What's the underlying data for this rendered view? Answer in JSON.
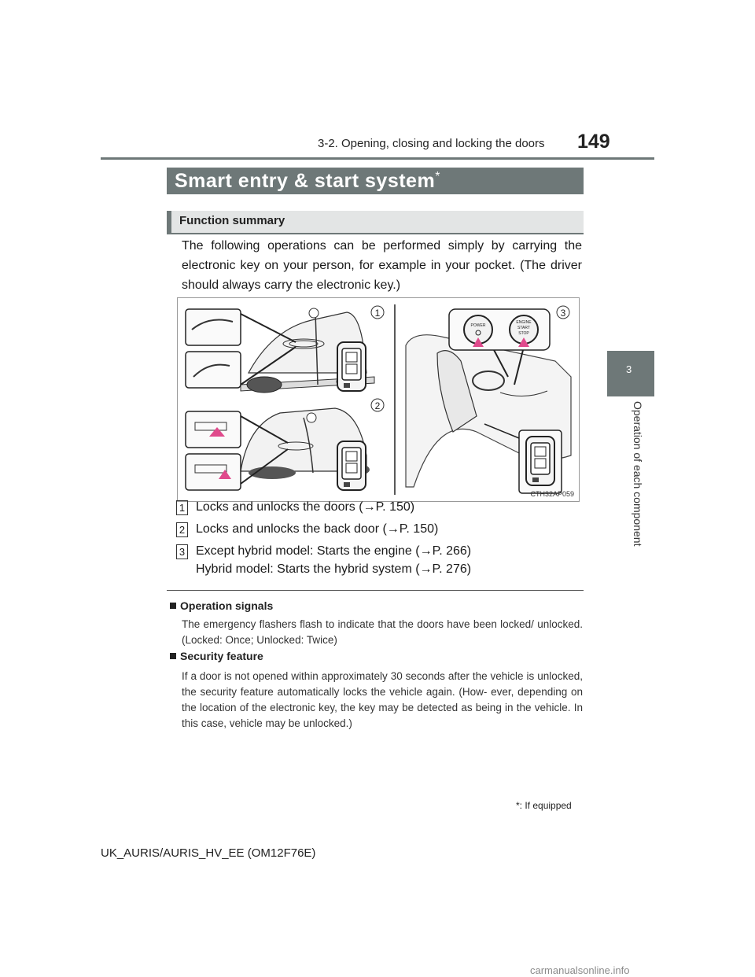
{
  "header": {
    "section": "3-2. Opening, closing and locking the doors",
    "page_number": "149"
  },
  "side_tab": {
    "chapter_number": "3",
    "chapter_label": "Operation of each component"
  },
  "title": {
    "text": "Smart entry & start system",
    "marker": "*"
  },
  "subheader": "Function summary",
  "intro": "The following operations can be performed simply by carrying the electronic key on your person, for example in your pocket. (The driver should always carry the electronic key.)",
  "figure": {
    "code": "CTH32AP059",
    "callouts": [
      "1",
      "2",
      "3"
    ],
    "button_labels": {
      "power": "POWER",
      "engine_line1": "ENGINE",
      "engine_line2": "START",
      "engine_line3": "STOP"
    }
  },
  "items": [
    {
      "num": "1",
      "text": "Locks and unlocks the doors (→P. 150)"
    },
    {
      "num": "2",
      "text": "Locks and unlocks the back door (→P. 150)"
    },
    {
      "num": "3",
      "text": "Except hybrid model: Starts the engine (→P. 266)",
      "text2": "Hybrid model: Starts the hybrid system (→P. 276)"
    }
  ],
  "notes": [
    {
      "title": "Operation signals",
      "body": "The emergency flashers flash to indicate that the doors have been locked/ unlocked. (Locked: Once; Unlocked: Twice)"
    },
    {
      "title": "Security feature",
      "body": "If a door is not opened within approximately 30 seconds after the vehicle is unlocked, the security feature automatically locks the vehicle again. (How- ever, depending on the location of the electronic key, the key may be detected as being in the vehicle. In this case, vehicle may be unlocked.)"
    }
  ],
  "footnote": "*: If equipped",
  "footer": "UK_AURIS/AURIS_HV_EE (OM12F76E)",
  "watermark": "carmanualsonline.info",
  "colors": {
    "accent_gray": "#6e7878",
    "subheader_bg": "#e3e5e5",
    "arrow_pink": "#e04a8c"
  }
}
